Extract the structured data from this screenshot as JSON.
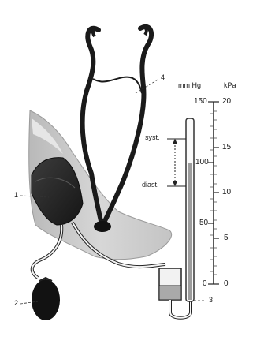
{
  "diagram": {
    "units": {
      "mmhg": "mm Hg",
      "kpa": "kPa"
    },
    "mmhg_ticks": [
      "150",
      "100",
      "50",
      "0"
    ],
    "kpa_ticks": [
      "20",
      "15",
      "10",
      "5",
      "0"
    ],
    "annotations": {
      "systolic": "syst.",
      "diastolic": "diast."
    },
    "callouts": {
      "cuff": "1",
      "bulb": "2",
      "manometer": "3",
      "stethoscope": "4"
    }
  }
}
